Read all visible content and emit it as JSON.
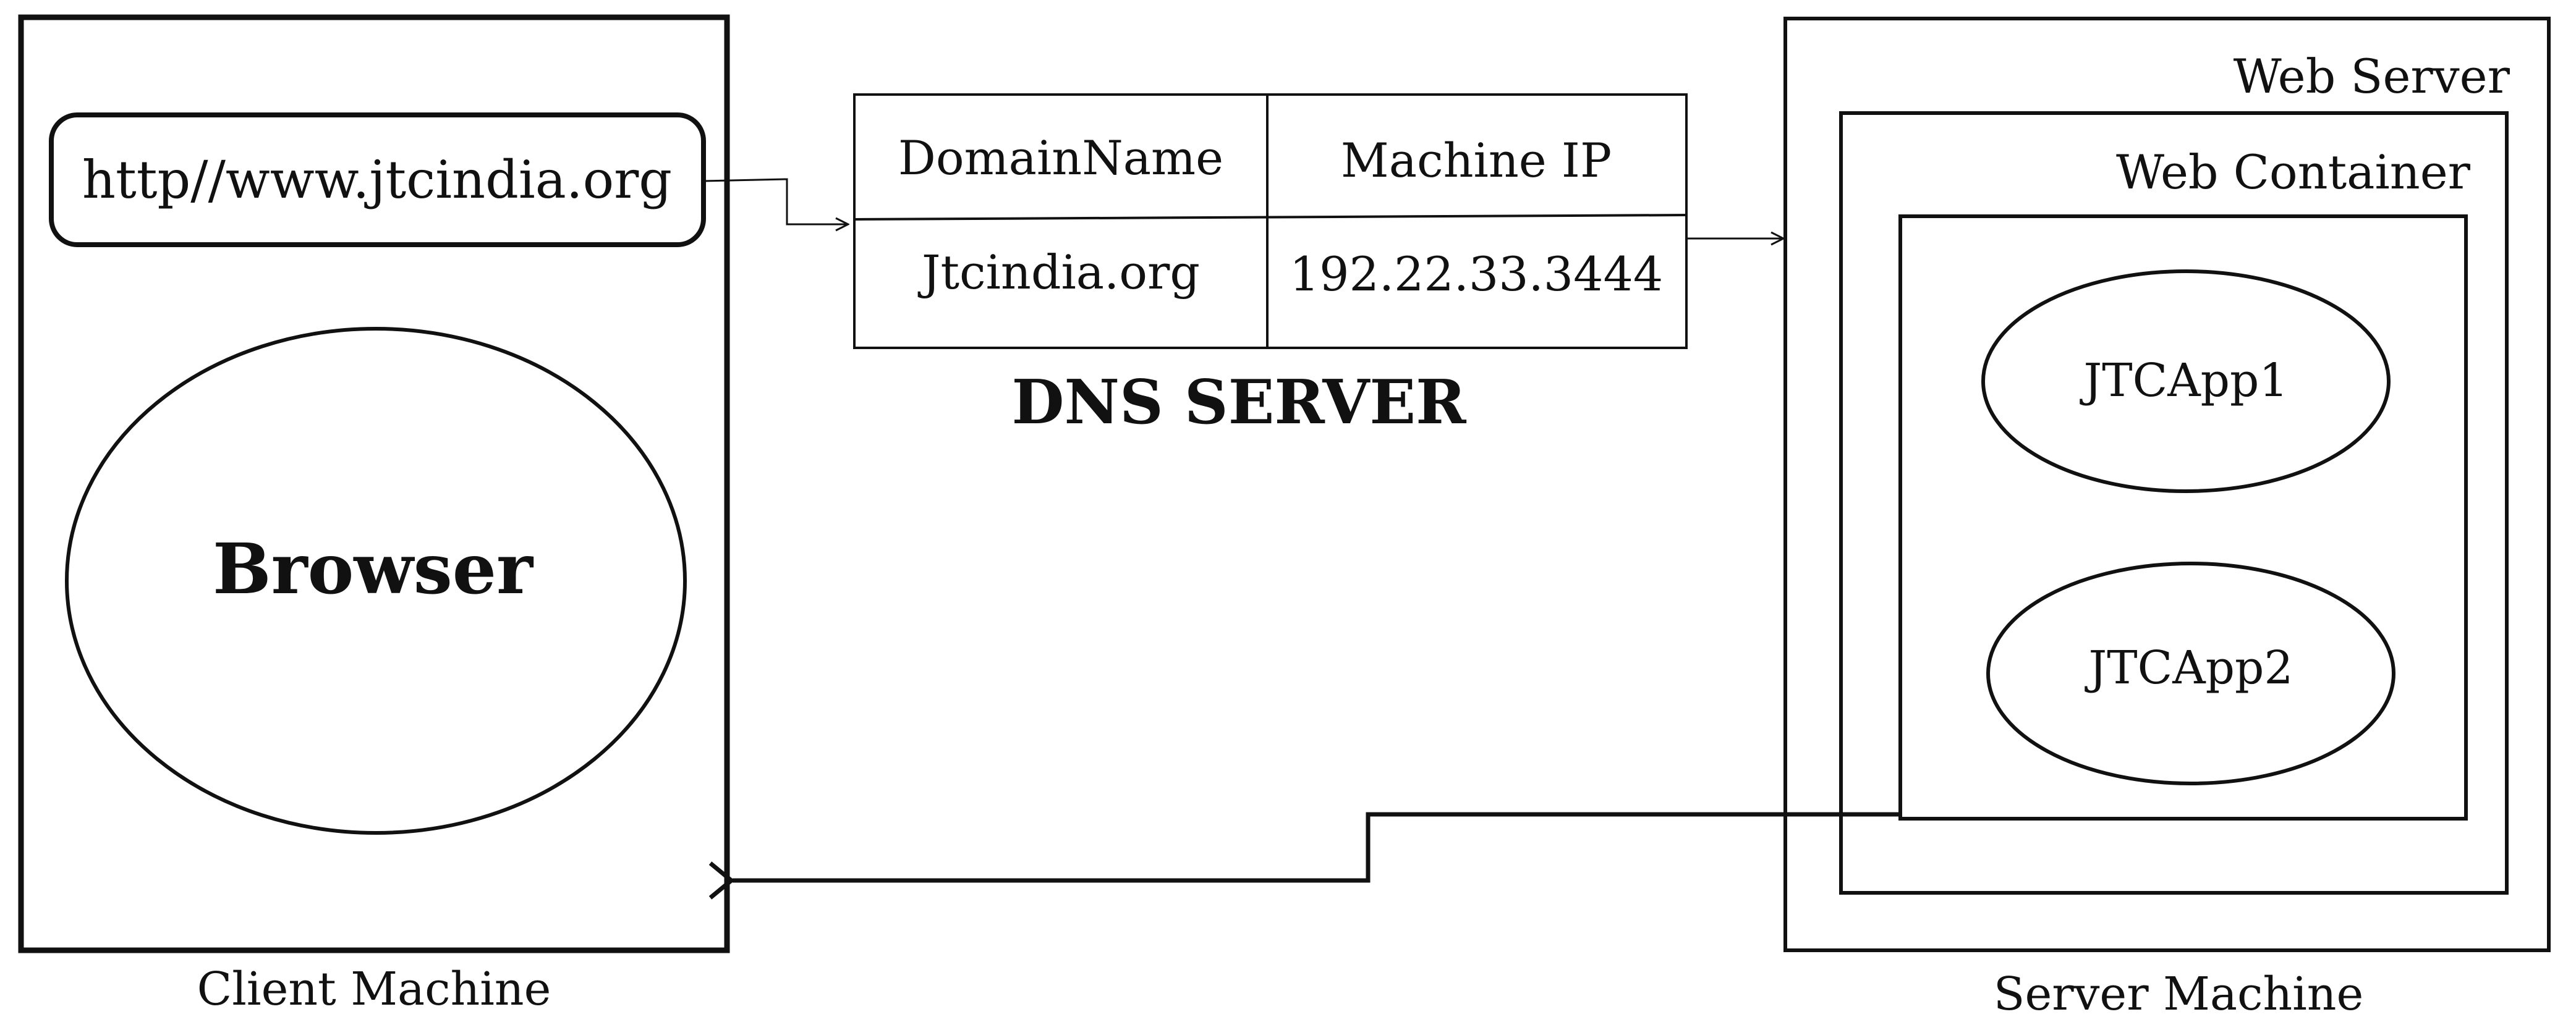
{
  "client": {
    "caption": "Client Machine",
    "url": "http//www.jtcindia.org",
    "browser_label": "Browser"
  },
  "dns": {
    "title": "DNS SERVER",
    "headers": [
      "DomainName",
      "Machine IP"
    ],
    "rows": [
      [
        "Jtcindia.org",
        "192.22.33.3444"
      ]
    ]
  },
  "server": {
    "caption": "Server Machine",
    "web_server_label": "Web Server",
    "web_container_label": "Web Container",
    "apps": [
      "JTCApp1",
      "JTCApp2"
    ]
  },
  "colors": {
    "line": "#111111",
    "background": "#ffffff"
  }
}
